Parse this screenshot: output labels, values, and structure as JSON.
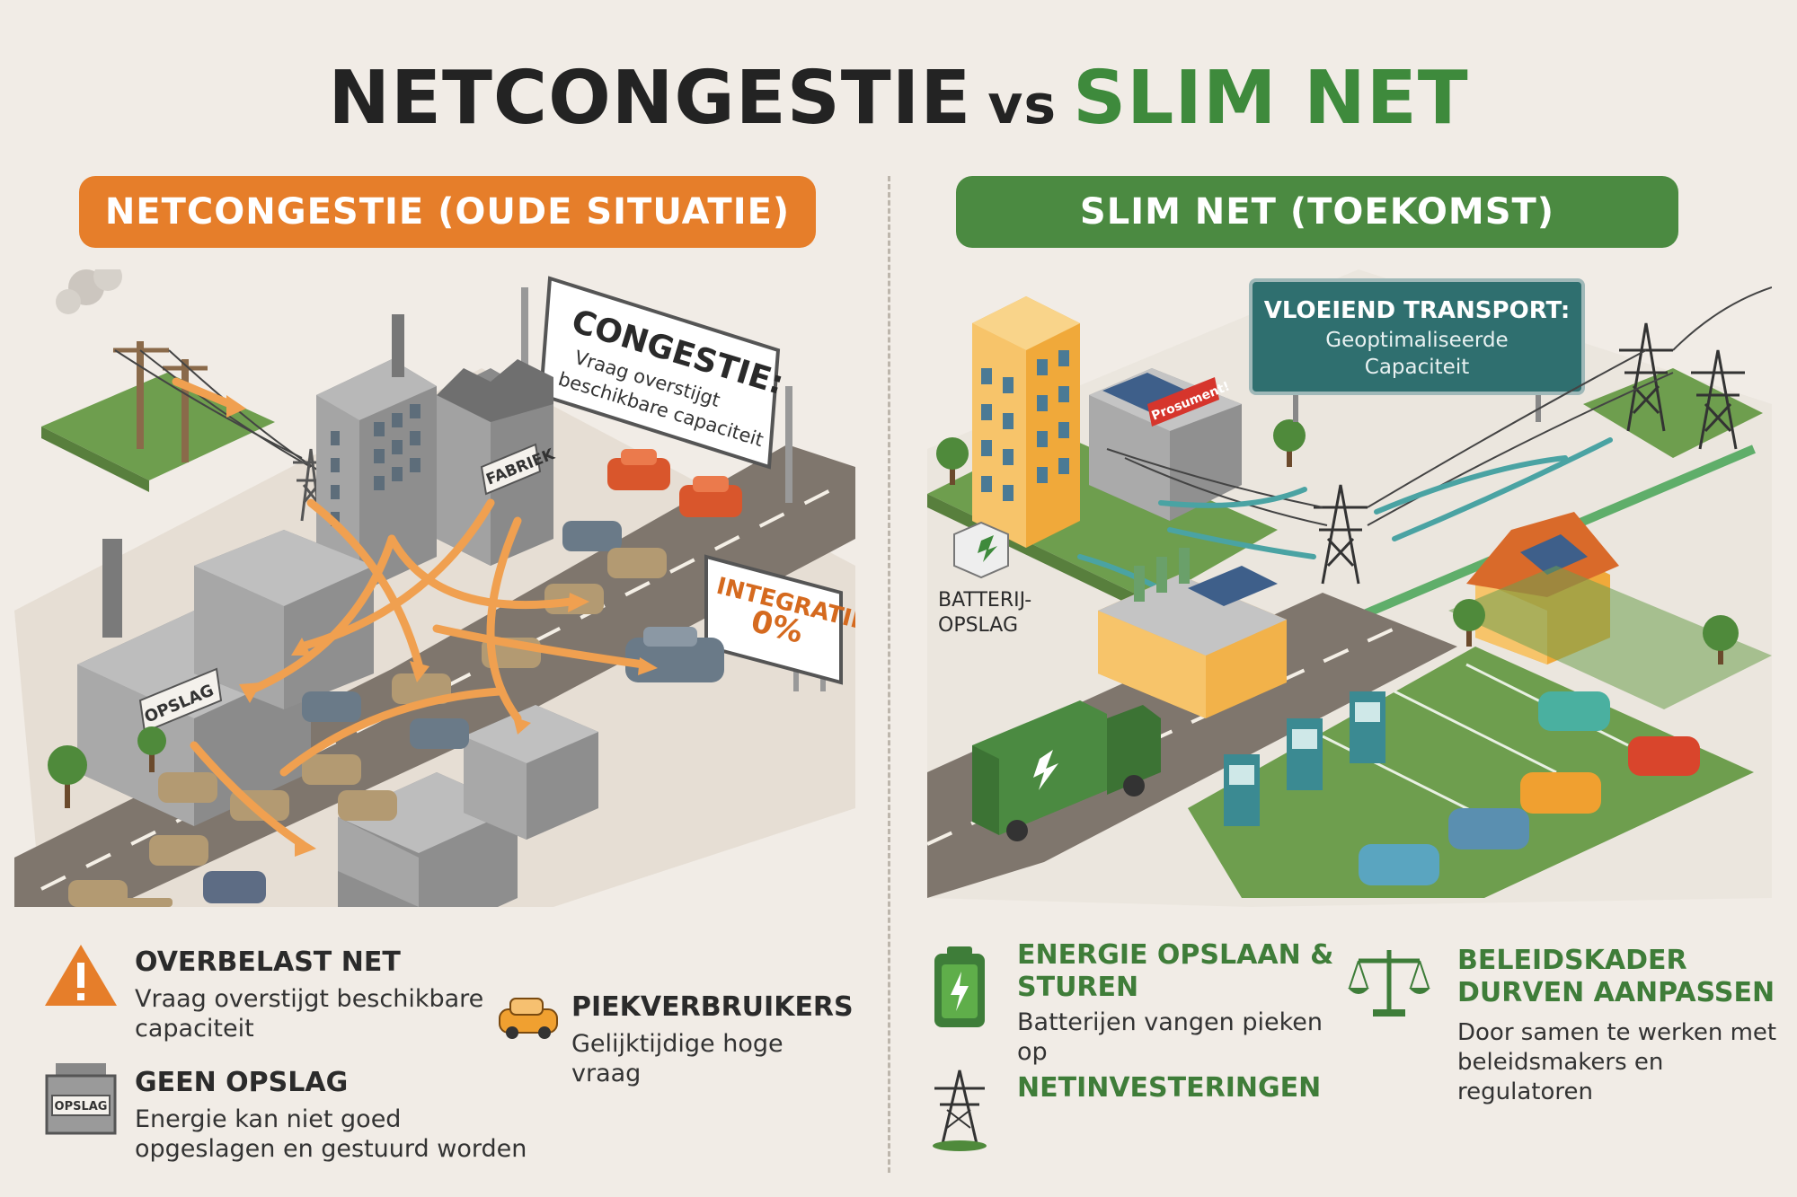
{
  "title": {
    "part_a": "NETCONGESTIE",
    "vs": "vs",
    "part_b": "SLIM NET"
  },
  "left_banner": "NETCONGESTIE (OUDE SITUATIE)",
  "right_banner": "SLIM NET (TOEKOMST)",
  "left_scene": {
    "sign_congestion_title": "CONGESTIE:",
    "sign_congestion_line1": "Vraag overstijgt",
    "sign_congestion_line2": "beschikbare capaciteit",
    "sign_integration_title": "INTEGRATIE",
    "sign_integration_value": "0%",
    "factory_label": "FABRIEK",
    "storage_label": "OPSLAG"
  },
  "right_scene": {
    "sign_title": "VLOEIEND TRANSPORT:",
    "sign_line1": "Geoptimaliseerde",
    "sign_line2": "Capaciteit",
    "prosumer_label": "Prosument!",
    "battery_label_1": "BATTERIJ-",
    "battery_label_2": "OPSLAG"
  },
  "legend_left": [
    {
      "title": "OVERBELAST NET",
      "desc": [
        "Vraag overstijgt beschikbare",
        "capaciteit"
      ],
      "icon": "warning-icon"
    },
    {
      "title": "PIEKVERBRUIKERS",
      "desc": [
        "Gelijktijdige hoge vraag"
      ],
      "icon": "car-icon"
    },
    {
      "title": "GEEN OPSLAG",
      "desc": [
        "Energie kan niet goed",
        "opgeslagen en gestuurd worden"
      ],
      "icon": "storage-box-icon",
      "icon_label": "OPSLAG"
    }
  ],
  "legend_right": [
    {
      "title": [
        "ENERGIE OPSLAAN &",
        "STUREN"
      ],
      "desc": [
        "Batterijen vangen pieken op"
      ],
      "icon": "battery-icon"
    },
    {
      "title": [
        "BELEIDSKADER",
        "DURVEN AANPASSEN"
      ],
      "desc": [
        "Door samen te werken met",
        "beleidsmakers en regulatoren"
      ],
      "icon": "scales-icon"
    },
    {
      "title": [
        "NETINVESTERINGEN"
      ],
      "icon": "pylon-icon"
    }
  ],
  "colors": {
    "orange": "#e67e2a",
    "green": "#4b8a41",
    "background": "#f1ece6",
    "teal": "#2f6f6f"
  }
}
